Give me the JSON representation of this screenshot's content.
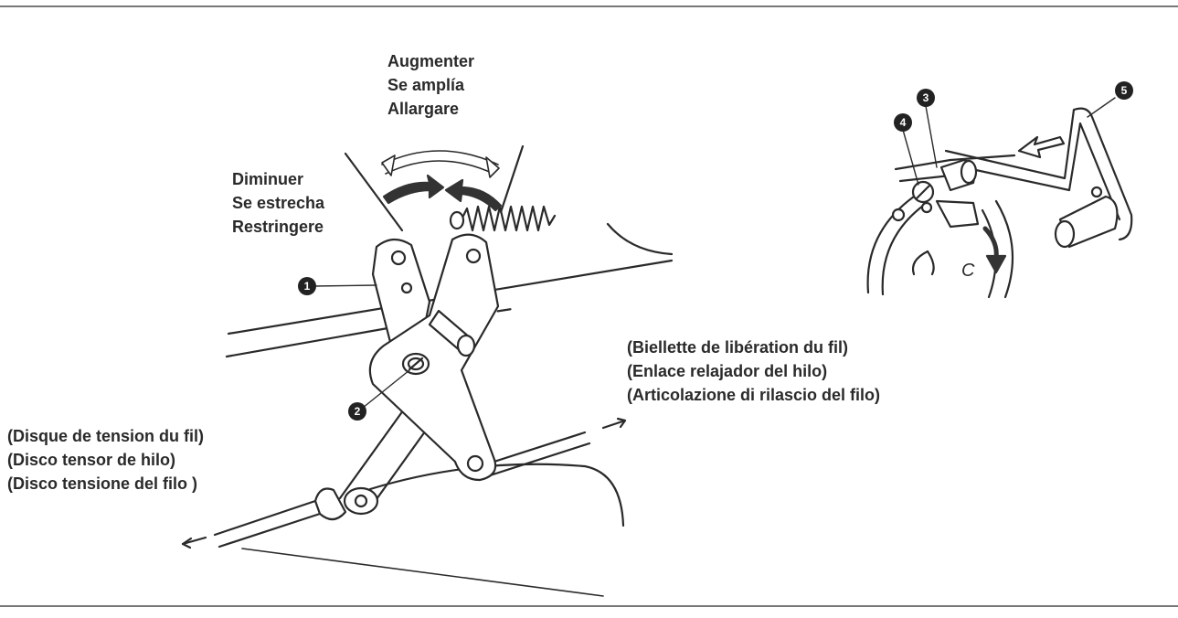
{
  "labels": {
    "increase": [
      "Augmenter",
      "Se amplía",
      "Allargare"
    ],
    "decrease": [
      "Diminuer",
      "Se estrecha",
      "Restringere"
    ],
    "release_link": [
      "(Biellette de libération du fil)",
      "(Enlace relajador del hilo)",
      "(Articolazione di rilascio del filo)"
    ],
    "tension_disc": [
      "(Disque de tension du fil)",
      "(Disco tensor de hilo)",
      "(Disco tensione del filo )"
    ]
  },
  "callouts": [
    "1",
    "2",
    "3",
    "4",
    "5"
  ],
  "rotation_letter": "C",
  "colors": {
    "line": "#2a2a2a",
    "frame": "#777777",
    "fill": "#ffffff"
  }
}
